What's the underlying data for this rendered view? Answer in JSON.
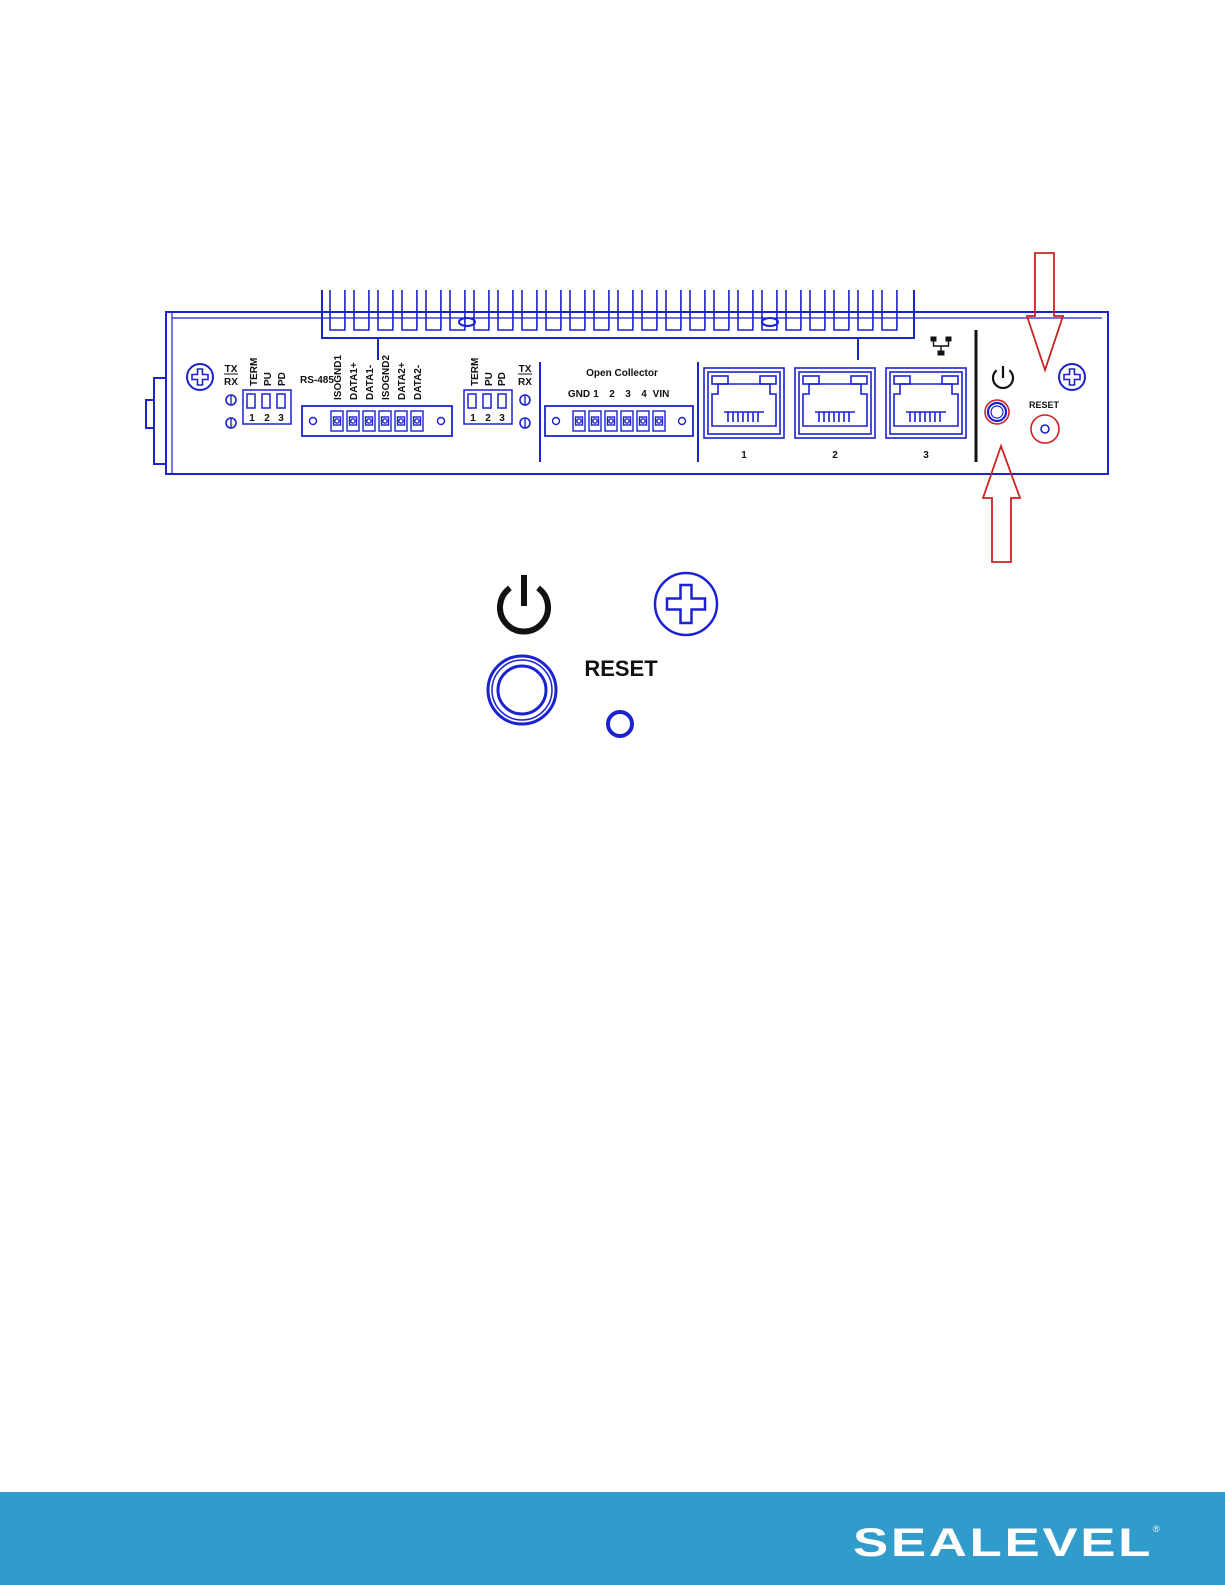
{
  "colors": {
    "line": "#1b22d0",
    "callout": "#cc2222",
    "footer": "#2f9ccc",
    "label": "#111111"
  },
  "panel": {
    "left_block": {
      "tx": "TX",
      "rx": "RX",
      "term": "TERM",
      "pu": "PU",
      "pd": "PD",
      "sw1": "1",
      "sw2": "2",
      "sw3": "3"
    },
    "rs485": {
      "title": "RS-485",
      "pins": [
        "ISOGND1",
        "DATA1+",
        "DATA1-",
        "ISOGND2",
        "DATA2+",
        "DATA2-"
      ]
    },
    "right_block": {
      "term": "TERM",
      "pu": "PU",
      "pd": "PD",
      "tx": "TX",
      "rx": "RX",
      "sw1": "1",
      "sw2": "2",
      "sw3": "3"
    },
    "open_collector": {
      "title": "Open Collector",
      "pins": [
        "GND",
        "1",
        "2",
        "3",
        "4",
        "VIN"
      ]
    },
    "ethernet_ports": [
      "1",
      "2",
      "3"
    ],
    "reset_label": "RESET"
  },
  "zoom": {
    "reset_label": "RESET"
  },
  "footer": {
    "logo_text": "SEALEVEL",
    "registered_mark": "®"
  },
  "icons": [
    "network-icon",
    "power-icon",
    "screw-icon",
    "arrow-down-icon",
    "arrow-up-icon"
  ]
}
